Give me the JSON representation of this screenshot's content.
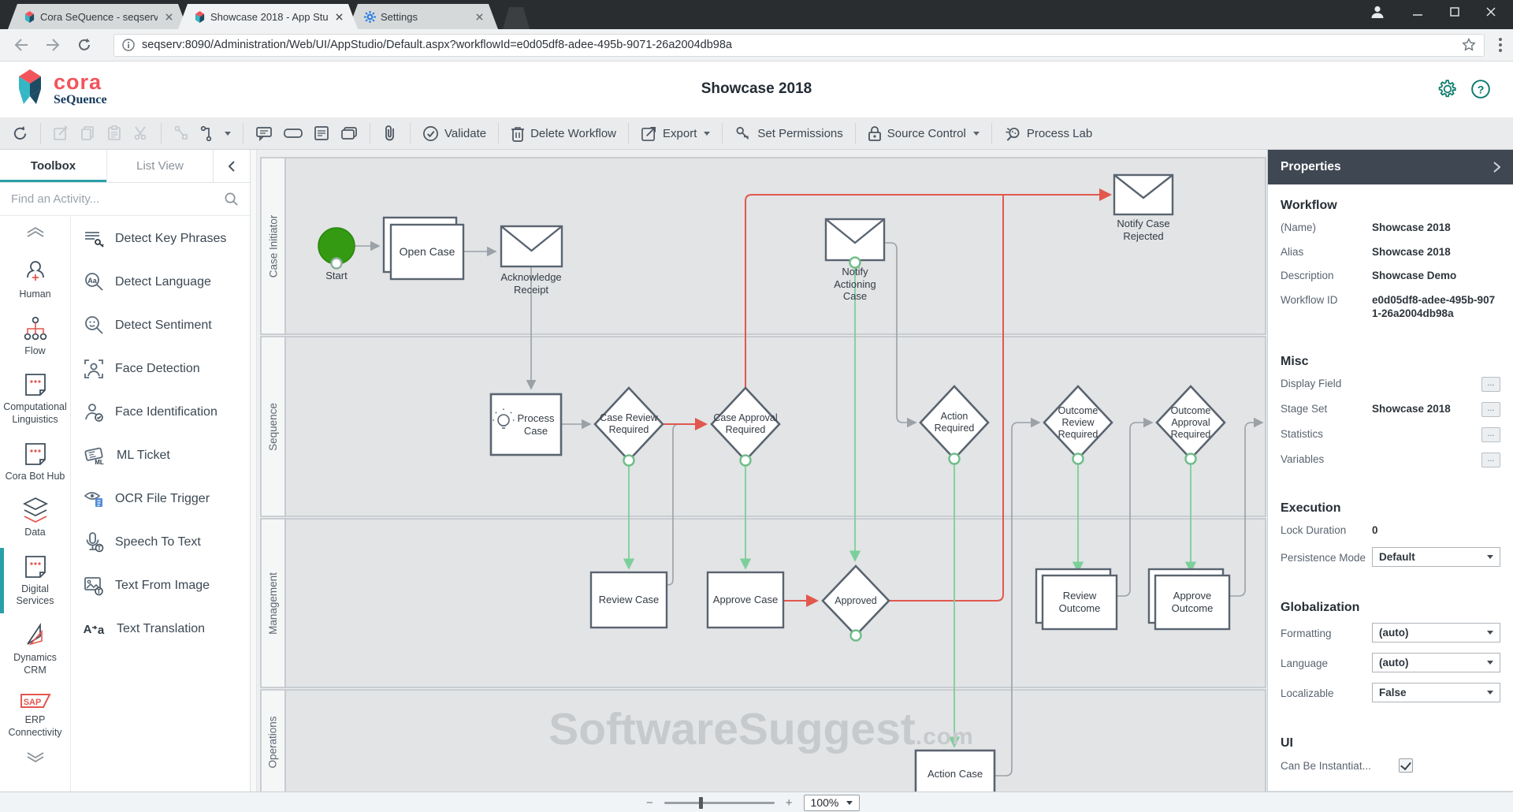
{
  "browser": {
    "tabs": [
      {
        "title": "Cora SeQuence - seqserv"
      },
      {
        "title": "Showcase 2018 - App Stu"
      },
      {
        "title": "Settings"
      }
    ],
    "url": "seqserv:8090/Administration/Web/UI/AppStudio/Default.aspx?workflowId=e0d05df8-adee-495b-9071-26a2004db98a"
  },
  "header": {
    "logo_primary": "cora",
    "logo_secondary": "SeQuence",
    "title": "Showcase 2018"
  },
  "toolbar": {
    "validate": "Validate",
    "delete_workflow": "Delete Workflow",
    "export": "Export",
    "set_permissions": "Set Permissions",
    "source_control": "Source Control",
    "process_lab": "Process Lab"
  },
  "toolbox": {
    "tabs": {
      "toolbox": "Toolbox",
      "list_view": "List View"
    },
    "search_placeholder": "Find an Activity...",
    "categories": [
      {
        "label": "Human"
      },
      {
        "label": "Flow"
      },
      {
        "label": "Computational Linguistics"
      },
      {
        "label": "Cora Bot Hub"
      },
      {
        "label": "Data"
      },
      {
        "label": "Digital Services"
      },
      {
        "label": "Dynamics CRM"
      },
      {
        "label": "ERP Connectivity"
      }
    ],
    "activities": [
      {
        "label": "Detect Key Phrases"
      },
      {
        "label": "Detect Language"
      },
      {
        "label": "Detect Sentiment"
      },
      {
        "label": "Face Detection"
      },
      {
        "label": "Face Identification"
      },
      {
        "label": "ML Ticket"
      },
      {
        "label": "OCR File Trigger"
      },
      {
        "label": "Speech To Text"
      },
      {
        "label": "Text From Image"
      },
      {
        "label": "Text Translation"
      }
    ]
  },
  "canvas": {
    "lanes": [
      {
        "label": "Case Initiator"
      },
      {
        "label": "Sequence"
      },
      {
        "label": "Management"
      },
      {
        "label": "Operations"
      }
    ],
    "nodes": {
      "start": "Start",
      "open_case": "Open Case",
      "ack_receipt": "Acknowledge Receipt",
      "notify_actioning": "Notify Actioning Case",
      "notify_rejected": "Notify Case Rejected",
      "process_case": "Process Case",
      "case_review": "Case Review Required",
      "case_approval": "Case Approval Required",
      "action_required": "Action Required",
      "outcome_review": "Outcome Review Required",
      "outcome_approval": "Outcome Approval Required",
      "review_case": "Review Case",
      "approve_case": "Approve Case",
      "approved": "Approved",
      "review_outcome": "Review Outcome",
      "approve_outcome": "Approve Outcome",
      "action_case": "Action Case"
    },
    "watermark": {
      "text": "SoftwareSuggest",
      "suffix": ".com"
    }
  },
  "properties": {
    "title": "Properties",
    "misc_ellipsis": "...",
    "workflow": {
      "heading": "Workflow",
      "rows": [
        {
          "label": "(Name)",
          "value": "Showcase 2018"
        },
        {
          "label": "Alias",
          "value": "Showcase 2018"
        },
        {
          "label": "Description",
          "value": "Showcase Demo"
        },
        {
          "label": "Workflow ID",
          "value": "e0d05df8-adee-495b-9071-26a2004db98a"
        }
      ]
    },
    "misc": {
      "heading": "Misc",
      "rows": [
        {
          "label": "Display Field",
          "value": ""
        },
        {
          "label": "Stage Set",
          "value": "Showcase 2018"
        },
        {
          "label": "Statistics",
          "value": ""
        },
        {
          "label": "Variables",
          "value": ""
        }
      ]
    },
    "execution": {
      "heading": "Execution",
      "lock_label": "Lock Duration",
      "lock_value": "0",
      "persistence_label": "Persistence Mode",
      "persistence_value": "Default"
    },
    "globalization": {
      "heading": "Globalization",
      "rows": [
        {
          "label": "Formatting",
          "value": "(auto)"
        },
        {
          "label": "Language",
          "value": "(auto)"
        },
        {
          "label": "Localizable",
          "value": "False"
        }
      ]
    },
    "ui": {
      "heading": "UI",
      "can_be_label": "Can Be Instantiat..."
    }
  },
  "statusbar": {
    "zoom_out": "−",
    "zoom_in": "+",
    "zoom": "100%"
  },
  "icons": {
    "help": "?",
    "aa": "Aa",
    "ml": "ML",
    "sap": "SAP",
    "t_badge": "T",
    "tr_from": "A",
    "tr_to": "a"
  },
  "colors": {
    "accent_teal": "#2b9fa8",
    "brand_red": "#f2545b",
    "brand_navy": "#173a5e",
    "connector_red": "#e2574e",
    "connector_green": "#7ccf9b",
    "start_green": "#339a12"
  }
}
